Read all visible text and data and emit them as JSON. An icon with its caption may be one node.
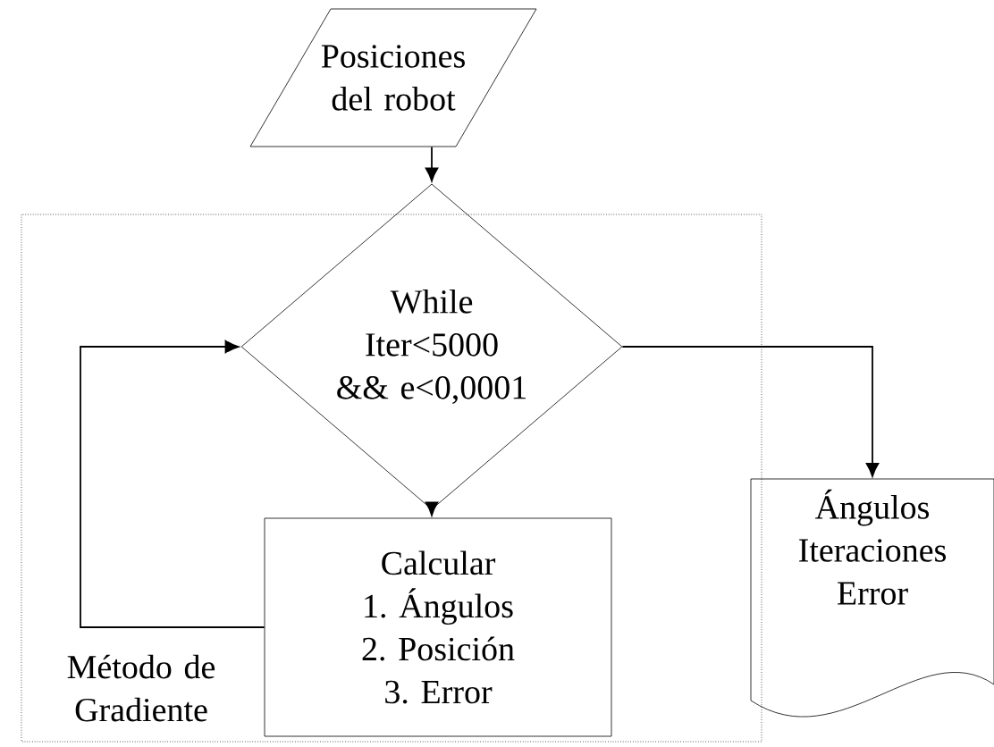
{
  "diagram": {
    "nodes": [
      {
        "text": [
          "Posiciones del robot"
        ]
      },
      {
        "text": [
          "Método de Gradiente"
        ]
      },
      {
        "text": [
          "While Iter<5000 && e<0,0001"
        ],
        "in": 1
      },
      {
        "text": [
          "Calcular",
          "1. Ángulos",
          "2. Posición",
          "3. Error"
        ],
        "in": 1
      },
      {
        "text": [
          "Ángulos",
          "Iteraciones",
          "Error"
        ]
      }
    ],
    "edges": [
      {
        "from": 0,
        "to": 2,
        "arrow": "to"
      },
      {
        "from": 2,
        "to": 3,
        "arrow": "to"
      },
      {
        "from": 3,
        "to": 2,
        "arrow": "to"
      },
      {
        "from": 2,
        "to": 4,
        "arrow": "to"
      }
    ]
  }
}
